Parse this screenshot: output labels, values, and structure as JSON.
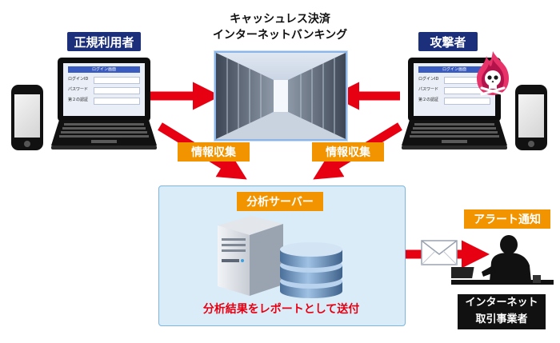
{
  "bank_title": {
    "line1": "キャッシュレス決済",
    "line2": "インターネットバンキング"
  },
  "legit_user_label": "正規利用者",
  "attacker_label": "攻撃者",
  "collect_left": "情報収集",
  "collect_right": "情報収集",
  "analysis_server_label": "分析サーバー",
  "report_text": "分析結果をレポートとして送付",
  "alert_label": "アラート通知",
  "recipient_label": {
    "line1": "インターネット",
    "line2": "取引事業者"
  },
  "login_form": {
    "header": "ログイン画面",
    "rows": [
      "ログインID",
      "パスワード",
      "第２の認証"
    ]
  },
  "colors": {
    "arrow": "#e60012",
    "label_blue": "#1c2f7a",
    "label_orange": "#f29400",
    "server_panel": "#d9ecf8",
    "server_panel_border": "#7cb6e0"
  }
}
